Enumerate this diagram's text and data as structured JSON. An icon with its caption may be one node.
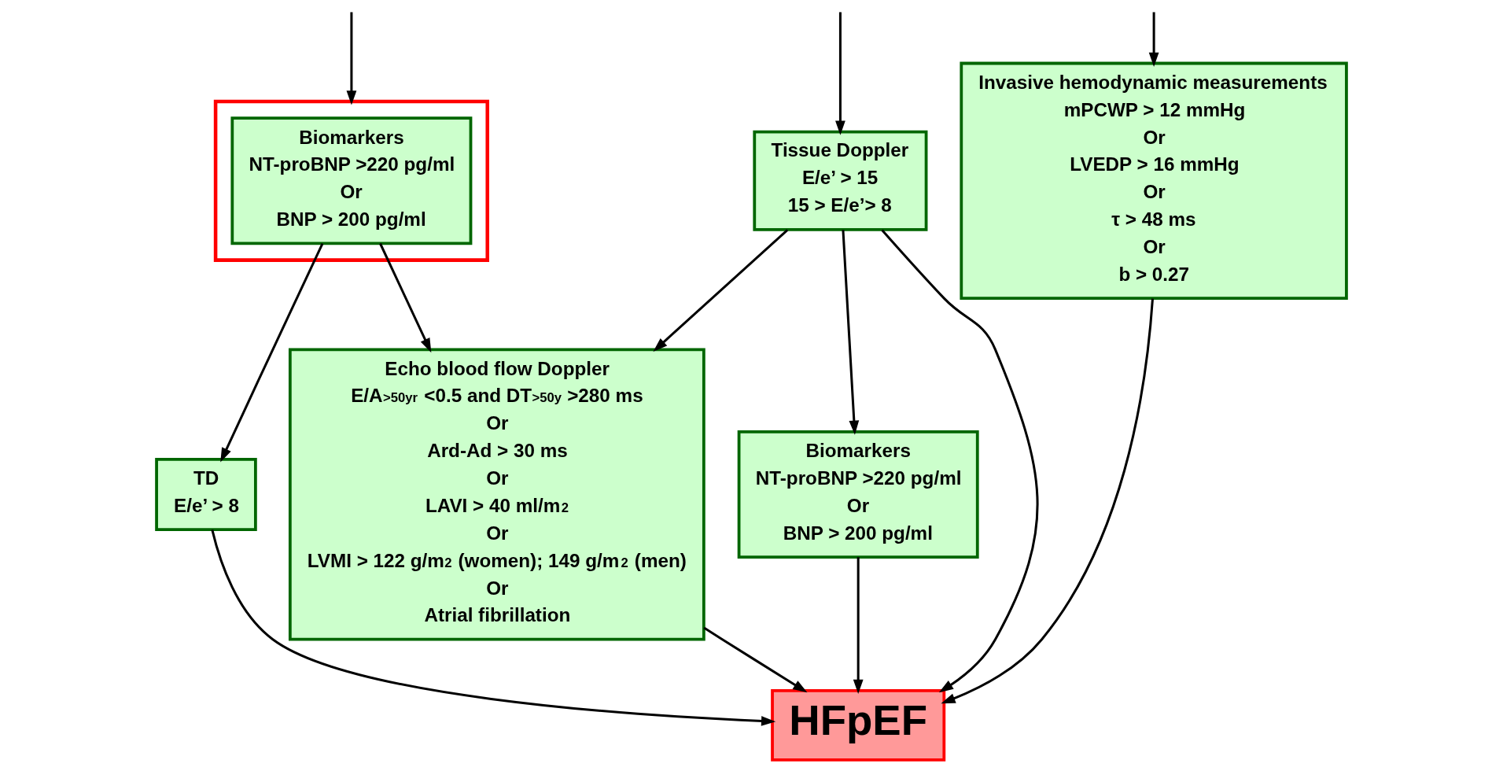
{
  "diagram": {
    "nodes": [
      {
        "text": [
          "Invasive hemodynamic measurements",
          "mPCWP > 12 mmHg",
          "Or",
          "LVEDP > 16 mmHg",
          "Or",
          "τ > 48 ms",
          "Or",
          "b > 0.27"
        ]
      },
      {
        "text": [
          "Tissue Doppler",
          "E/e’ > 15",
          "15 > E/e’> 8"
        ]
      },
      {
        "text": [],
        "shape": "box"
      },
      {
        "text": [
          "Biomarkers",
          "NT-proBNP >220 pg/ml",
          "Or",
          "BNP > 200 pg/ml"
        ],
        "in": 2
      },
      {
        "text": [
          "Biomarkers",
          "NT-proBNP >220 pg/ml",
          "Or",
          "BNP > 200 pg/ml"
        ]
      },
      {
        "text": [
          "Echo blood flow Doppler",
          "E/A$_{>50yr}$ <0.5 and DT$_{>50y}$ >280 ms",
          "Or",
          "Ard-Ad > 30 ms",
          "Or",
          "LAVI > 40 ml/m$^{2}$",
          "Or",
          "LVMI > 122 g/m$^{2}$ (women); 149 g/m$^{2}$ (men)",
          "Or",
          "Atrial fibrillation"
        ]
      },
      {
        "text": [
          "TD",
          "E/e’ > 8"
        ]
      },
      {
        "text": [
          "HFpEF"
        ]
      }
    ],
    "edges": [
      {
        "from": null,
        "to": 0,
        "arrow": "to"
      },
      {
        "from": null,
        "to": 1,
        "arrow": "to"
      },
      {
        "from": null,
        "to": 2,
        "arrow": "to"
      },
      {
        "from": 1,
        "to": 4,
        "arrow": "to"
      },
      {
        "from": 1,
        "to": 5,
        "arrow": "to"
      },
      {
        "from": 3,
        "to": 5,
        "arrow": "to"
      },
      {
        "from": 3,
        "to": 6,
        "arrow": "to"
      },
      {
        "from": 0,
        "to": 7,
        "arrow": "to"
      },
      {
        "from": 1,
        "to": 7,
        "arrow": "to"
      },
      {
        "from": 4,
        "to": 7,
        "arrow": "to"
      },
      {
        "from": 5,
        "to": 7,
        "arrow": "to"
      },
      {
        "from": 6,
        "to": 7,
        "arrow": "to"
      }
    ]
  }
}
